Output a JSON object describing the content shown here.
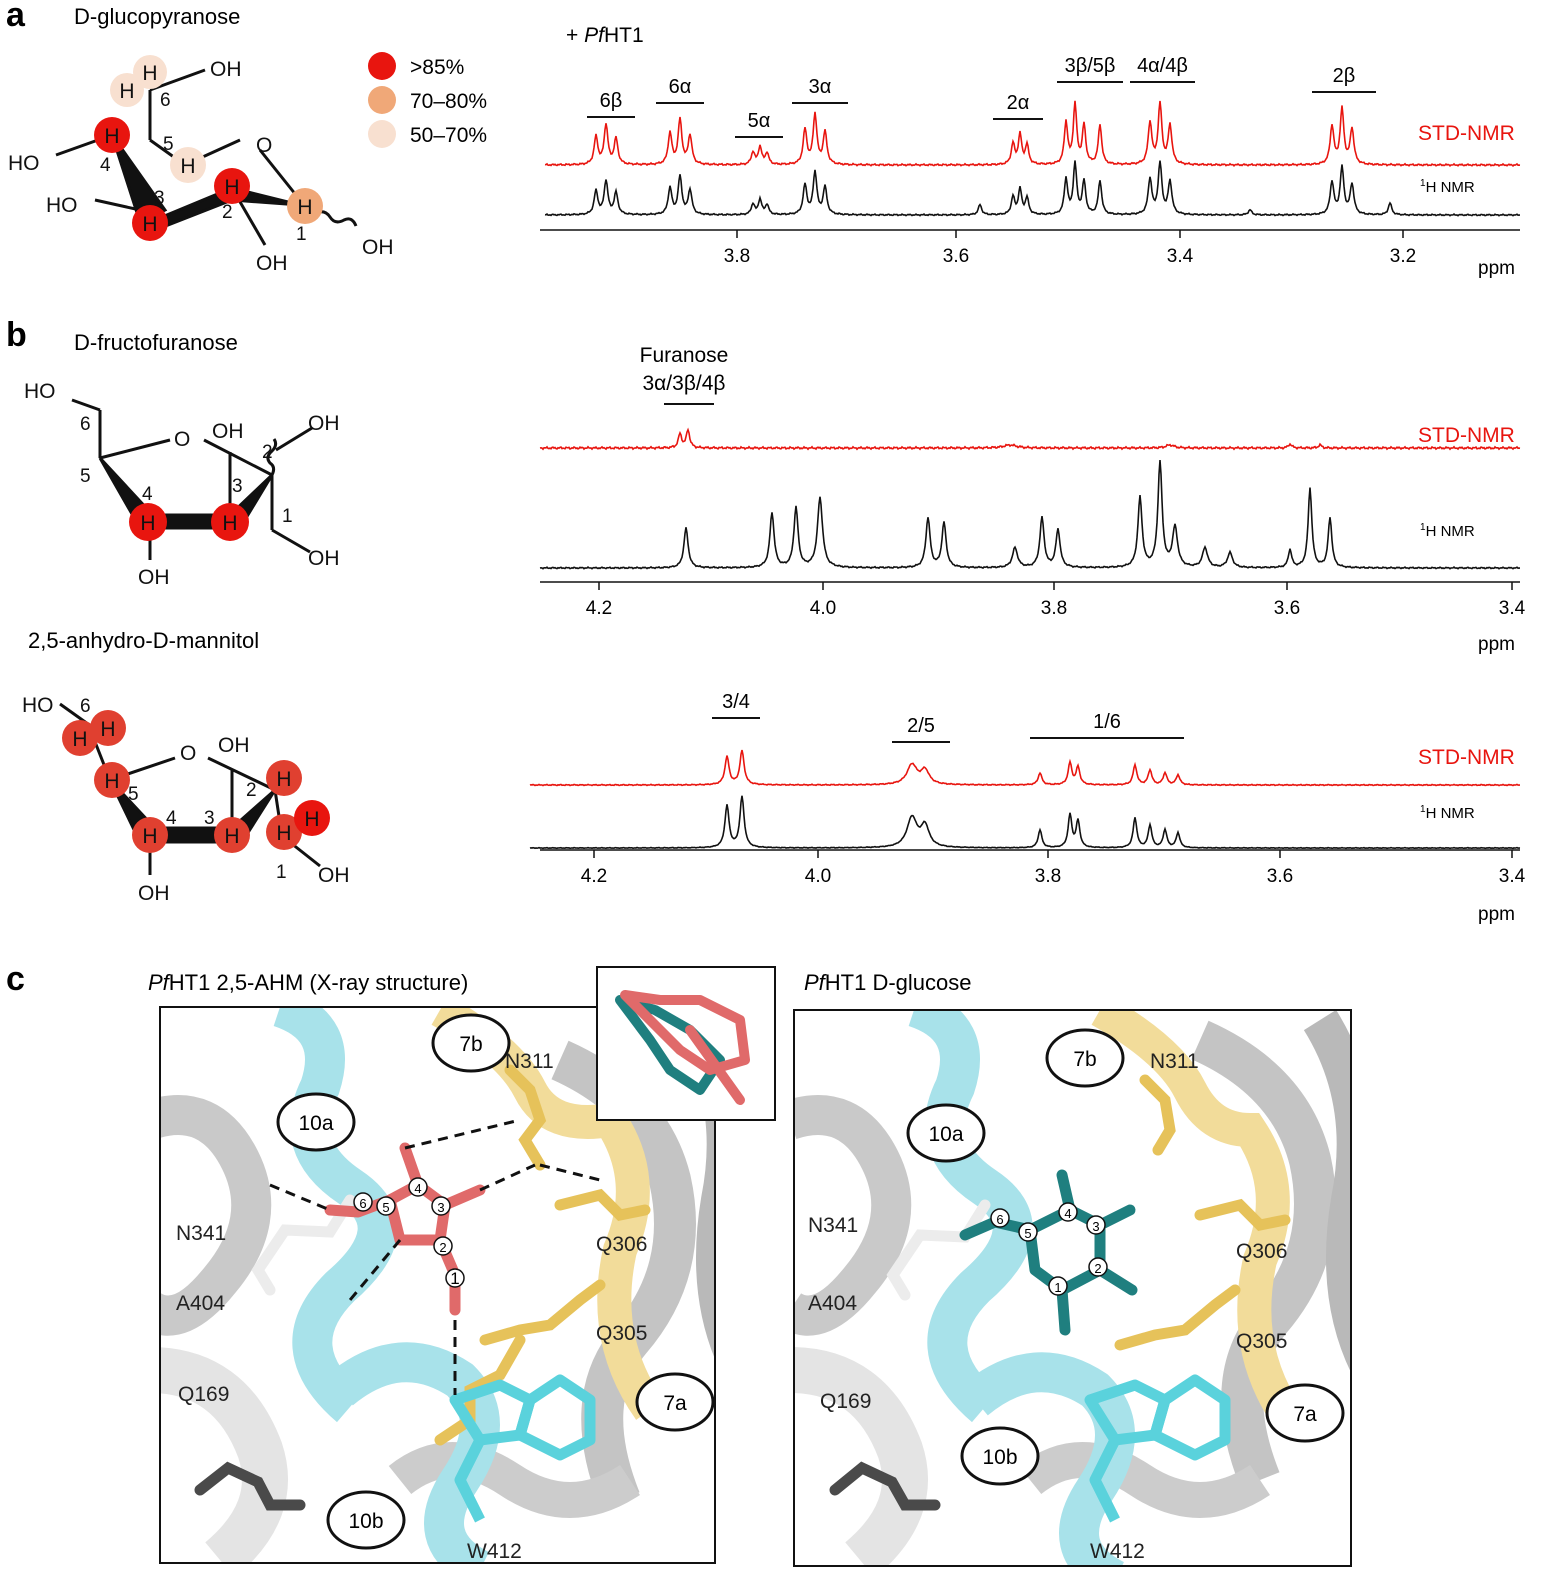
{
  "panel_a": {
    "letter": "a",
    "title": "D-glucopyranose",
    "legend": [
      {
        "label": ">85%",
        "color": "#e8150f"
      },
      {
        "label": "70–80%",
        "color": "#f0a878"
      },
      {
        "label": "50–70%",
        "color": "#f8e0d0"
      }
    ],
    "structure_labels": {
      "oh": "OH",
      "ho": "HO",
      "o": "O",
      "h": "H",
      "carbons": [
        "1",
        "2",
        "3",
        "4",
        "5",
        "6"
      ]
    },
    "spectrum_title_prefix": "+ ",
    "spectrum_title_italic": "Pf",
    "spectrum_title_rest": "HT1",
    "std_label": "STD-NMR",
    "h1_label": "1H NMR",
    "peaks": [
      "6β",
      "6α",
      "5α",
      "3α",
      "2α",
      "3β/5β",
      "4α/4β",
      "2β"
    ],
    "ticks": [
      "3.8",
      "3.6",
      "3.4",
      "3.2"
    ],
    "unit": "ppm"
  },
  "panel_b": {
    "letter": "b",
    "title_fruc": "D-fructofuranose",
    "title_ahm": "2,5-anhydro-D-mannitol",
    "fruc_peak_line1": "Furanose",
    "fruc_peak_line2": "3α/3β/4β",
    "ahm_peaks": [
      "3/4",
      "2/5",
      "1/6"
    ],
    "std_label": "STD-NMR",
    "h1_label": "1H NMR",
    "ticks": [
      "4.2",
      "4.0",
      "3.8",
      "3.6",
      "3.4"
    ],
    "unit": "ppm"
  },
  "panel_c": {
    "letter": "c",
    "left_title_italic": "Pf",
    "left_title_rest": "HT1 2,5-AHM (X-ray structure)",
    "right_title_italic": "Pf",
    "right_title_rest": "HT1 D-glucose",
    "helix_labels": [
      "7b",
      "10a",
      "7a",
      "10b"
    ],
    "residues": [
      "N311",
      "N341",
      "A404",
      "Q306",
      "Q305",
      "Q169",
      "W412"
    ],
    "ring_numbers": [
      "1",
      "2",
      "3",
      "4",
      "5",
      "6"
    ]
  },
  "colors": {
    "std": "#e8150f",
    "h1": "#111111",
    "ligand_ahm": "#e06a6a",
    "ligand_glc": "#1f7f7f",
    "cyan_helix": "#a8e2ea",
    "gold_helix": "#f2dc9a",
    "gray_helix": "#c9c9c9"
  }
}
